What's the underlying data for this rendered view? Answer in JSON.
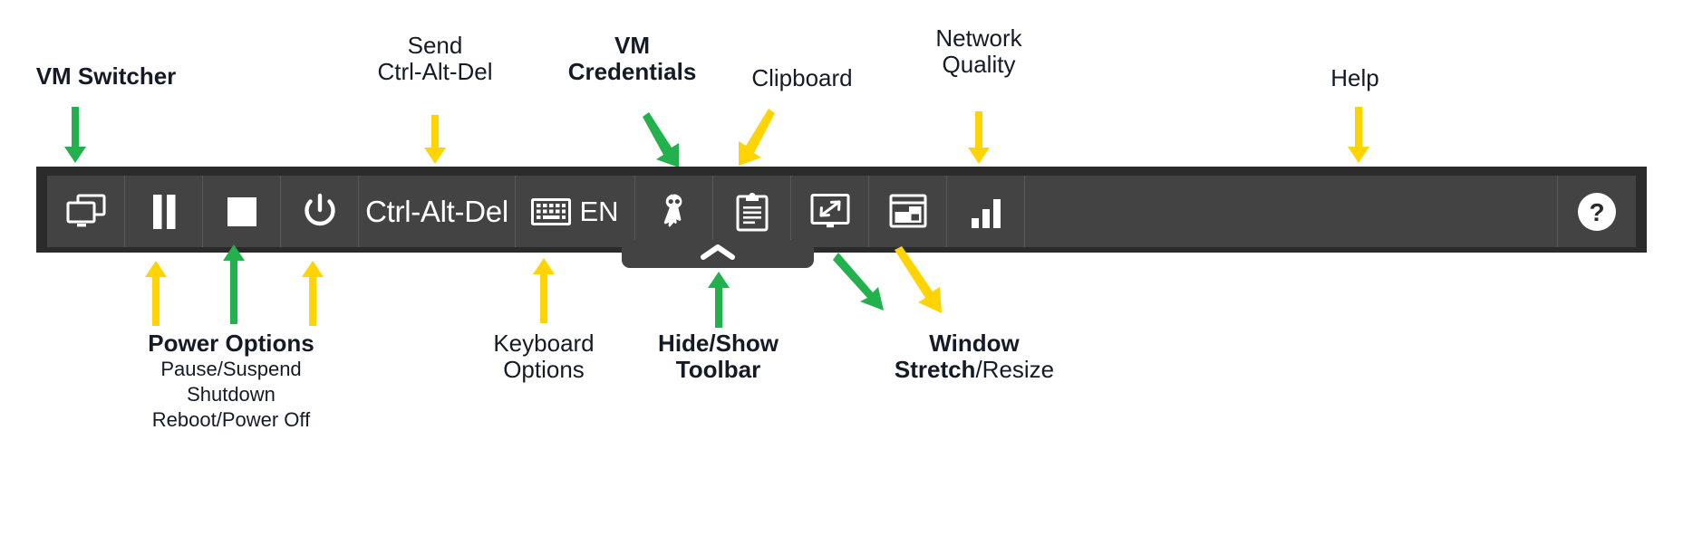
{
  "toolbar": {
    "background_outer": "#2b2b2b",
    "background_inner": "#434343",
    "buttons": [
      {
        "name": "vm-switcher",
        "icon": "monitor-windows-icon",
        "label": ""
      },
      {
        "name": "pause-suspend",
        "icon": "pause-icon",
        "label": ""
      },
      {
        "name": "shutdown",
        "icon": "stop-square-icon",
        "label": ""
      },
      {
        "name": "power-off",
        "icon": "power-icon",
        "label": ""
      },
      {
        "name": "send-ctrl-alt-del",
        "icon": "",
        "label": "Ctrl-Alt-Del"
      },
      {
        "name": "keyboard-options",
        "icon": "keyboard-icon",
        "label": "EN"
      },
      {
        "name": "vm-credentials",
        "icon": "keys-icon",
        "label": ""
      },
      {
        "name": "clipboard",
        "icon": "clipboard-icon",
        "label": ""
      },
      {
        "name": "window-stretch",
        "icon": "monitor-expand-icon",
        "label": ""
      },
      {
        "name": "window-resize",
        "icon": "window-resize-icon",
        "label": ""
      },
      {
        "name": "network-quality",
        "icon": "signal-bars-icon",
        "label": ""
      },
      {
        "name": "help",
        "icon": "question-circle-icon",
        "label": ""
      }
    ],
    "toggle_tab": {
      "name": "hide-show-toolbar-tab",
      "icon": "chevron-up-icon"
    }
  },
  "annotations": {
    "colors": {
      "green": "#22b14c",
      "yellow": "#ffd400",
      "text": "#151b26"
    },
    "top": [
      {
        "id": "vm-switcher",
        "bold": "VM Switcher",
        "lines": [
          "VM Switcher"
        ],
        "arrow": "green"
      },
      {
        "id": "send-ctrl-alt-del",
        "lines": [
          "Send",
          "Ctrl-Alt-Del"
        ],
        "arrow": "yellow"
      },
      {
        "id": "vm-credentials",
        "lines": [
          "VM",
          "Credentials"
        ],
        "arrow": "green"
      },
      {
        "id": "clipboard",
        "lines": [
          "Clipboard"
        ],
        "arrow": "yellow"
      },
      {
        "id": "network-quality",
        "lines": [
          "Network",
          "Quality"
        ],
        "arrow": "yellow"
      },
      {
        "id": "help",
        "lines": [
          "Help"
        ],
        "arrow": "yellow"
      }
    ],
    "bottom": [
      {
        "id": "power-options",
        "title": "Power Options",
        "sub": [
          "Pause/Suspend",
          "Shutdown",
          "Reboot/Power Off"
        ],
        "arrows": [
          "yellow",
          "green",
          "yellow"
        ]
      },
      {
        "id": "keyboard-options",
        "lines": [
          "Keyboard",
          "Options"
        ],
        "arrow": "yellow"
      },
      {
        "id": "hide-show-toolbar",
        "lines": [
          "Hide/Show",
          "Toolbar"
        ],
        "arrow": "green"
      },
      {
        "id": "window-stretch-resize",
        "bold_part": "Window",
        "bold_part2": "Stretch",
        "light_part": "/Resize",
        "arrows": [
          "green",
          "yellow"
        ]
      }
    ],
    "labels": {
      "vm_switcher": "VM Switcher",
      "send": "Send",
      "ctrl_alt_del": "Ctrl-Alt-Del",
      "vm": "VM",
      "credentials": "Credentials",
      "clipboard": "Clipboard",
      "network": "Network",
      "quality": "Quality",
      "help": "Help",
      "power_options": "Power Options",
      "pause_suspend": "Pause/Suspend",
      "shutdown": "Shutdown",
      "reboot_power_off": "Reboot/Power Off",
      "keyboard": "Keyboard",
      "options": "Options",
      "hide_show": "Hide/Show",
      "toolbar_word": "Toolbar",
      "window": "Window",
      "stretch": "Stretch",
      "resize_slash": "/Resize",
      "cad_button": "Ctrl-Alt-Del",
      "en": "EN"
    }
  }
}
